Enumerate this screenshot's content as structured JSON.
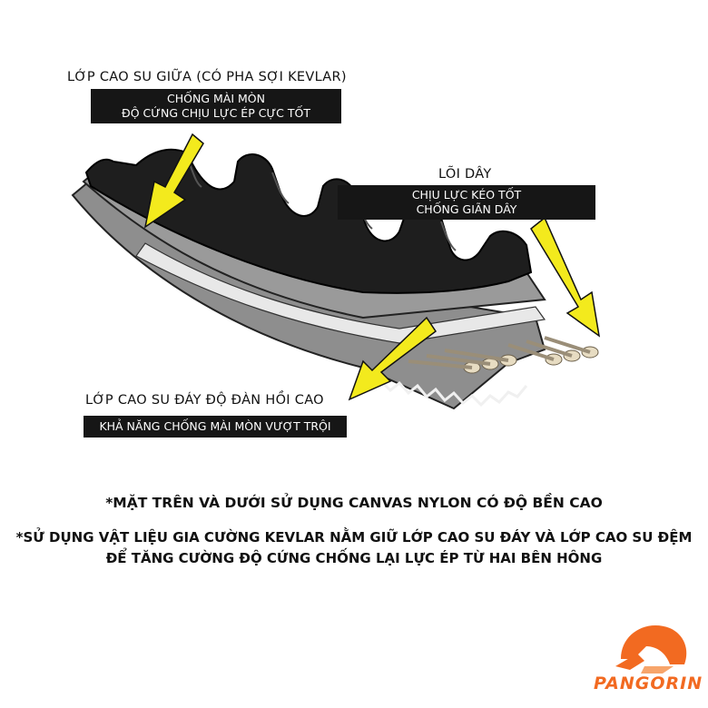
{
  "labels": {
    "middle_layer": {
      "title": "LỚP CAO SU GIỮA (CÓ PHA SỢI KEVLAR)",
      "line1": "CHỐNG MÀI MÒN",
      "line2": "ĐỘ CỨNG CHỊU LỰC ÉP CỰC TỐT"
    },
    "cord_core": {
      "title": "LÕI DÂY",
      "line1": "CHỊU LỰC KÉO TỐT",
      "line2": "CHỐNG GIÃN DÂY"
    },
    "bottom_layer": {
      "title": "LỚP CAO SU ĐÁY ĐỘ ĐÀN HỒI CAO",
      "line1": "KHẢ NĂNG CHỐNG MÀI MÒN VƯỢT TRỘI"
    }
  },
  "notes": {
    "note1": "*MẶT TRÊN VÀ DƯỚI SỬ DỤNG CANVAS NYLON CÓ ĐỘ BỀN CAO",
    "note2_line1": "*SỬ DỤNG VẬT LIỆU GIA CƯỜNG KEVLAR NẰM GIỮ LỚP CAO SU ĐÁY VÀ LỚP CAO SU ĐỆM",
    "note2_line2": "ĐỂ TĂNG CƯỜNG ĐỘ CỨNG CHỐNG LẠI LỰC ÉP TỪ HAI BÊN HÔNG"
  },
  "brand": {
    "name": "PANGORIN",
    "color": "#f26a21"
  },
  "colors": {
    "arrow": "#f3ea1d",
    "belt_top": "#1e1e1e",
    "belt_body": "#8c8c8c",
    "label_box": "#161616"
  }
}
